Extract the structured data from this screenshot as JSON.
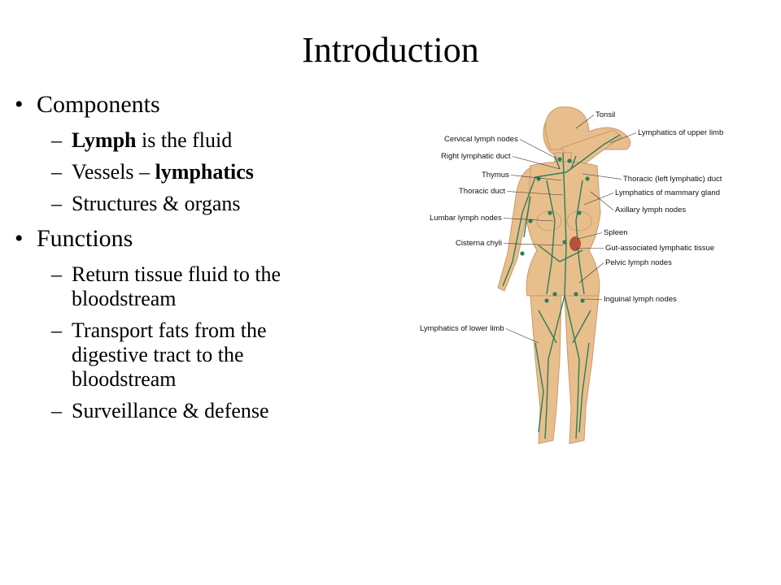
{
  "slide": {
    "title": "Introduction",
    "components": {
      "heading": "Components",
      "items": [
        {
          "bold": "Lymph",
          "text": " is the fluid"
        },
        {
          "text": "Vessels – ",
          "bold": "lymphatics"
        },
        {
          "text": "Structures & organs"
        }
      ]
    },
    "functions": {
      "heading": "Functions",
      "items": [
        "Return tissue fluid to the bloodstream",
        "Transport fats from the digestive tract to the bloodstream",
        "Surveillance & defense"
      ]
    },
    "dash": "–"
  },
  "figure": {
    "labels_left": [
      "Cervical lymph nodes",
      "Right lymphatic duct",
      "Thymus",
      "Thoracic duct",
      "Lumbar lymph nodes",
      "Cisterna chyli",
      "Lymphatics of lower limb"
    ],
    "labels_right": [
      "Tonsil",
      "Lymphatics of upper limb",
      "Thoracic (left lymphatic) duct",
      "Lymphatics of mammary gland",
      "Axillary lymph nodes",
      "Spleen",
      "Gut-associated lymphatic tissue",
      "Pelvic lymph nodes",
      "Inguinal lymph nodes"
    ],
    "colors": {
      "skin": "#e8bf8c",
      "skin_edge": "#c9976a",
      "lymph": "#2e7d5b",
      "organ": "#b5523b"
    }
  }
}
